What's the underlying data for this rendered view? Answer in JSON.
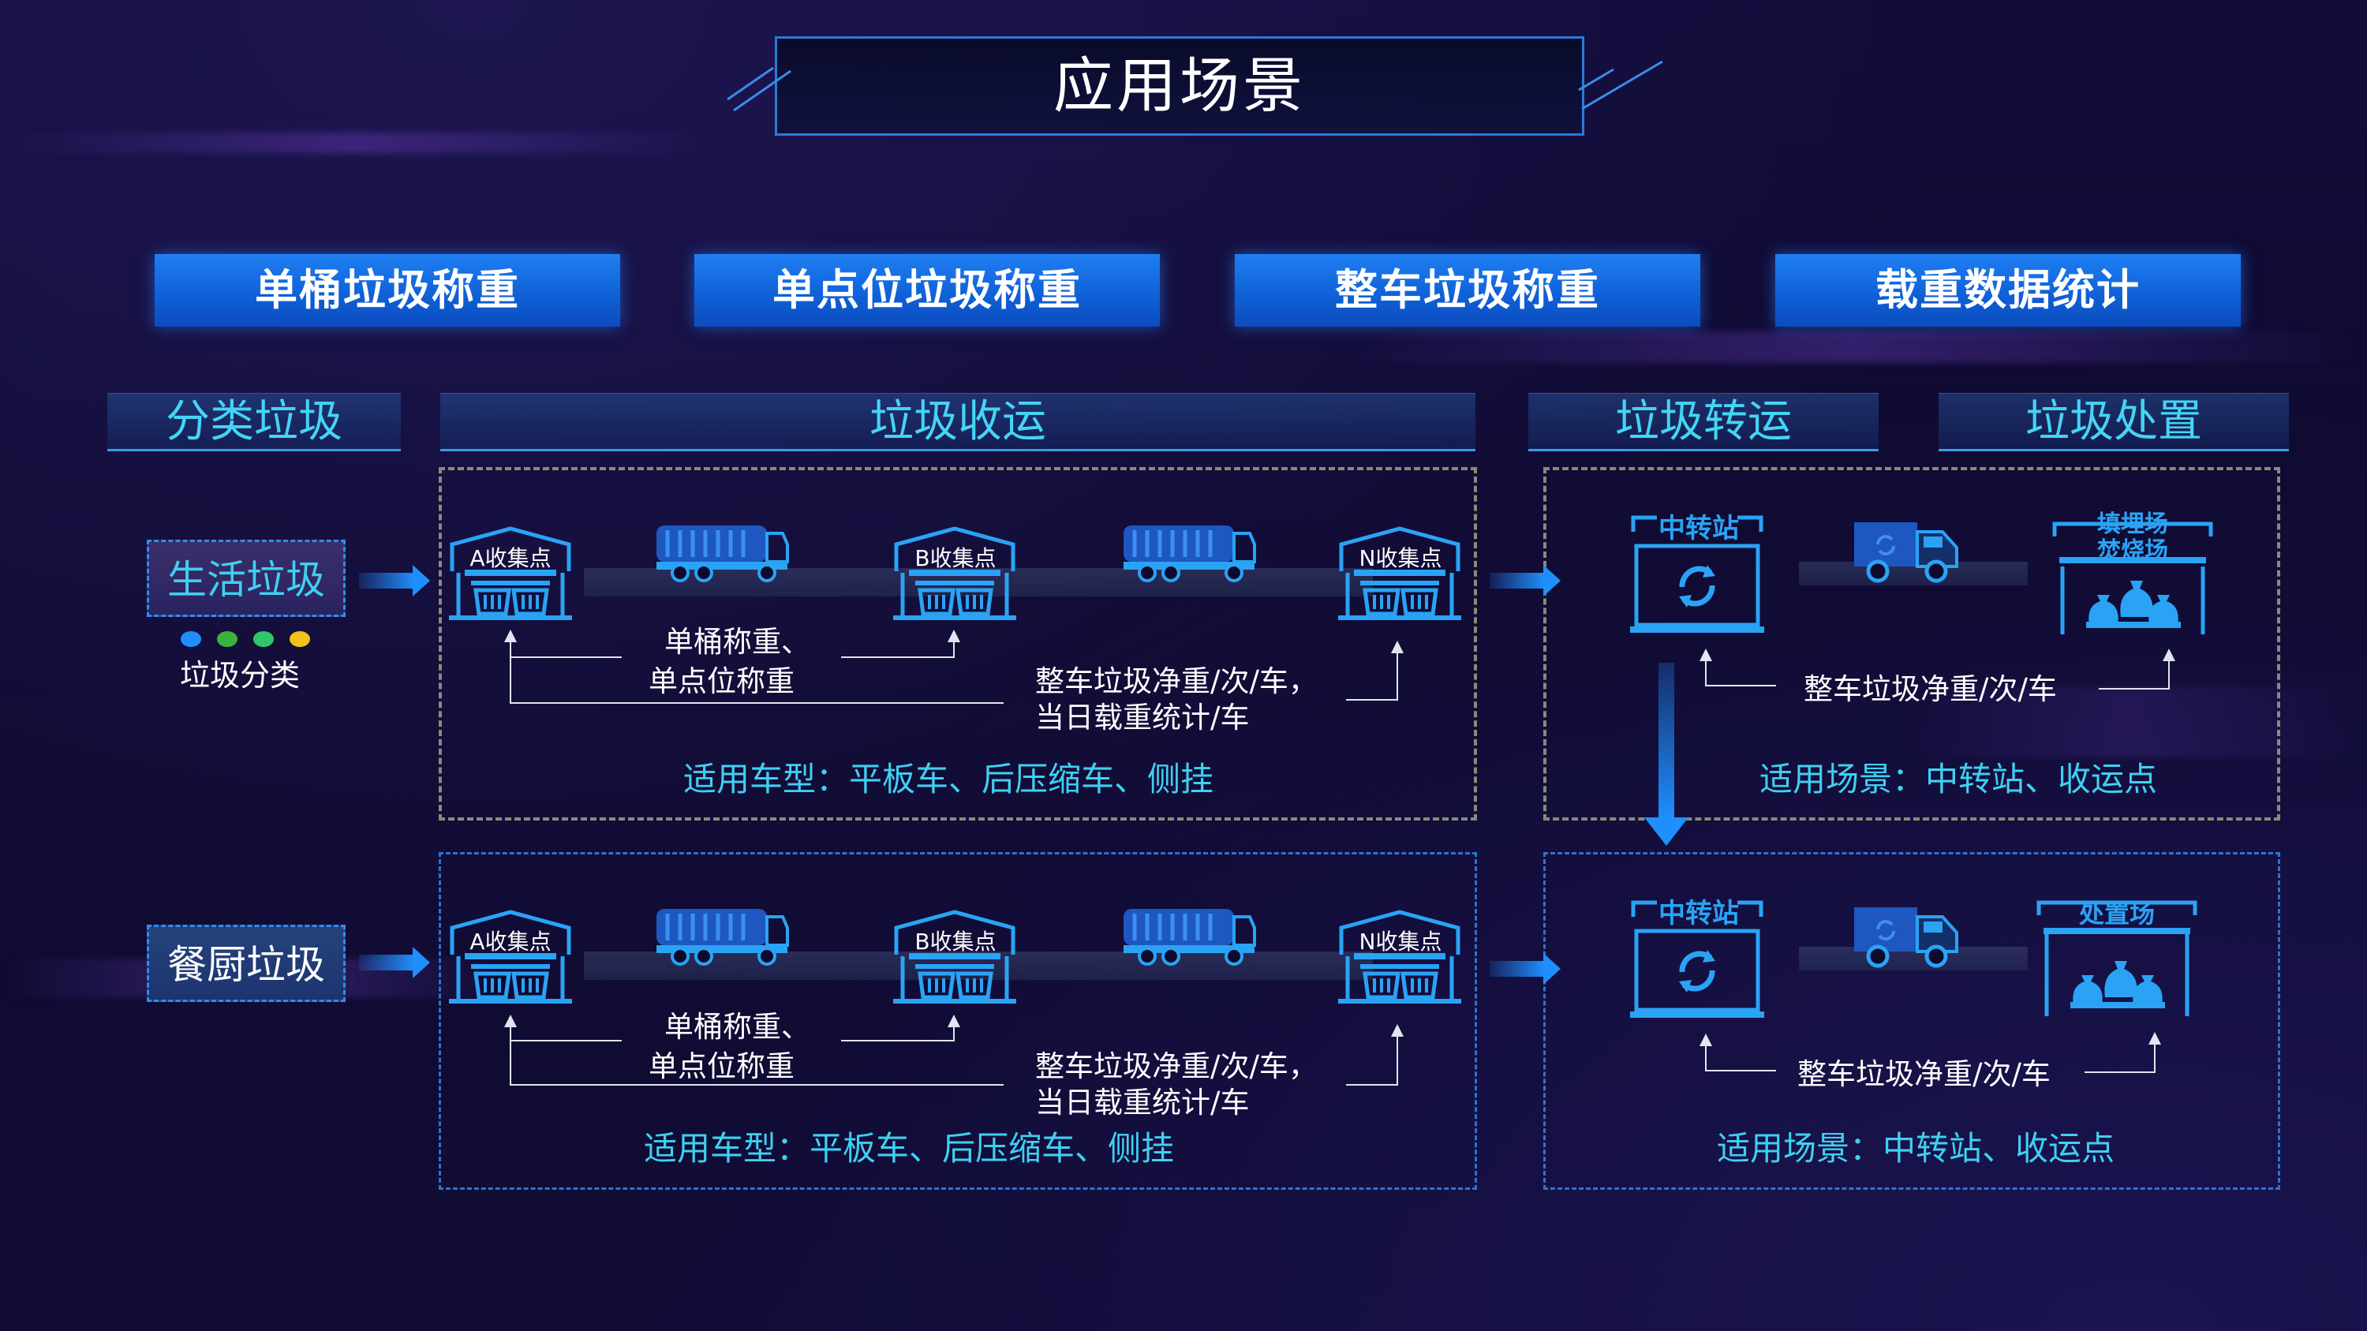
{
  "title": "应用场景",
  "categories": [
    "单桶垃圾称重",
    "单点位垃圾称重",
    "整车垃圾称重",
    "载重数据统计"
  ],
  "sections": {
    "classify": "分类垃圾",
    "collect": "垃圾收运",
    "transfer": "垃圾转运",
    "dispose": "垃圾处置"
  },
  "rows": [
    {
      "label": "生活垃圾",
      "sublabel": "垃圾分类",
      "points": [
        "A收集点",
        "B收集点",
        "N收集点"
      ],
      "weigh_note_1": "单桶称重、",
      "weigh_note_2": "单点位称重",
      "truck_note_1": "整车垃圾净重/次/车，",
      "truck_note_2": "当日载重统计/车",
      "vehicle_note": "适用车型：平板车、后压缩车、侧挂",
      "station": "中转站",
      "dispose_site_1": "填埋场",
      "dispose_site_2": "焚烧场",
      "transfer_note": "整车垃圾净重/次/车",
      "scene_note": "适用场景：中转站、收运点"
    },
    {
      "label": "餐厨垃圾",
      "points": [
        "A收集点",
        "B收集点",
        "N收集点"
      ],
      "weigh_note_1": "单桶称重、",
      "weigh_note_2": "单点位称重",
      "truck_note_1": "整车垃圾净重/次/车，",
      "truck_note_2": "当日载重统计/车",
      "vehicle_note": "适用车型：平板车、后压缩车、侧挂",
      "station": "中转站",
      "dispose_site_1": "处置场",
      "transfer_note": "整车垃圾净重/次/车",
      "scene_note": "适用场景：中转站、收运点"
    }
  ],
  "colors": {
    "accent": "#1f7ff2",
    "cyan": "#3fd0f2",
    "icon_blue": "#2aa3f5",
    "dot_blue": "#1f8fff",
    "dot_green_1": "#3bb23b",
    "dot_green_2": "#2fc76a",
    "dot_yellow": "#f2c219"
  },
  "icons": [
    "collection-point-icon",
    "garbage-truck-icon",
    "transfer-station-icon",
    "recycle-icon",
    "van-icon",
    "landfill-icon",
    "arrow-right-icon",
    "arrow-down-icon"
  ]
}
